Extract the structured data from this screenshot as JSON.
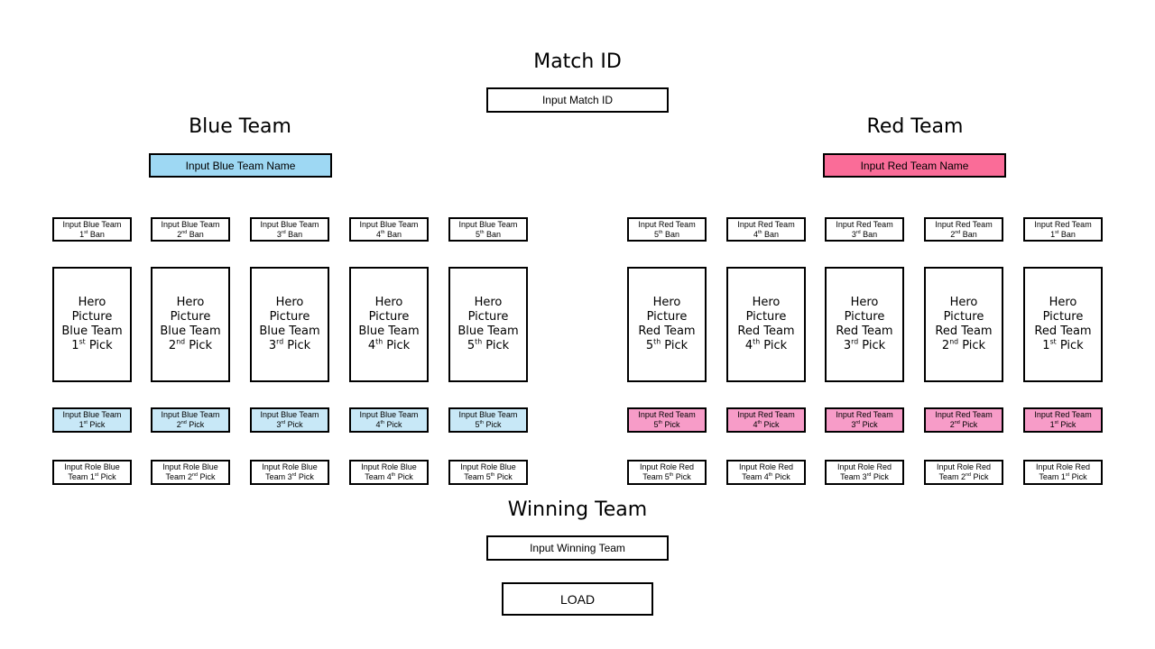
{
  "match": {
    "title": "Match ID",
    "input": "Input Match ID"
  },
  "blue": {
    "title": "Blue Team",
    "name_input": "Input Blue Team Name",
    "name_color": "#9ed8f3",
    "pick_color": "#c8e8f7",
    "slots": [
      {
        "ban": [
          "Input Blue Team",
          "1",
          "st",
          " Ban"
        ],
        "hero": [
          "Hero",
          "Picture",
          "Blue Team",
          "1",
          "st",
          " Pick"
        ],
        "pick": [
          "Input Blue Team",
          "1",
          "st",
          " Pick"
        ],
        "role": [
          "Input Role Blue",
          "Team 1",
          "st",
          " Pick"
        ]
      },
      {
        "ban": [
          "Input Blue Team",
          "2",
          "nd",
          " Ban"
        ],
        "hero": [
          "Hero",
          "Picture",
          "Blue Team",
          "2",
          "nd",
          " Pick"
        ],
        "pick": [
          "Input Blue Team",
          "2",
          "nd",
          " Pick"
        ],
        "role": [
          "Input Role Blue",
          "Team 2",
          "nd",
          " Pick"
        ]
      },
      {
        "ban": [
          "Input Blue Team",
          "3",
          "rd",
          " Ban"
        ],
        "hero": [
          "Hero",
          "Picture",
          "Blue Team",
          "3",
          "rd",
          " Pick"
        ],
        "pick": [
          "Input Blue Team",
          "3",
          "rd",
          " Pick"
        ],
        "role": [
          "Input Role Blue",
          "Team 3",
          "rd",
          " Pick"
        ]
      },
      {
        "ban": [
          "Input Blue Team",
          "4",
          "th",
          " Ban"
        ],
        "hero": [
          "Hero",
          "Picture",
          "Blue Team",
          "4",
          "th",
          " Pick"
        ],
        "pick": [
          "Input Blue Team",
          "4",
          "th",
          " Pick"
        ],
        "role": [
          "Input Role Blue",
          "Team 4",
          "th",
          " Pick"
        ]
      },
      {
        "ban": [
          "Input Blue Team",
          "5",
          "th",
          " Ban"
        ],
        "hero": [
          "Hero",
          "Picture",
          "Blue Team",
          "5",
          "th",
          " Pick"
        ],
        "pick": [
          "Input Blue Team",
          "5",
          "th",
          " Pick"
        ],
        "role": [
          "Input Role Blue",
          "Team 5",
          "th",
          " Pick"
        ]
      }
    ]
  },
  "red": {
    "title": "Red Team",
    "name_input": "Input Red Team Name",
    "name_color": "#fa6c98",
    "pick_color": "#f79cc8",
    "slots": [
      {
        "ban": [
          "Input Red Team",
          "5",
          "th",
          " Ban"
        ],
        "hero": [
          "Hero",
          "Picture",
          "Red Team",
          "5",
          "th",
          " Pick"
        ],
        "pick": [
          "Input Red Team",
          "5",
          "th",
          " Pick"
        ],
        "role": [
          "Input Role Red",
          "Team 5",
          "th",
          " Pick"
        ]
      },
      {
        "ban": [
          "Input Red Team",
          "4",
          "th",
          " Ban"
        ],
        "hero": [
          "Hero",
          "Picture",
          "Red Team",
          "4",
          "th",
          " Pick"
        ],
        "pick": [
          "Input Red Team",
          "4",
          "th",
          " Pick"
        ],
        "role": [
          "Input Role Red",
          "Team 4",
          "th",
          " Pick"
        ]
      },
      {
        "ban": [
          "Input Red Team",
          "3",
          "rd",
          " Ban"
        ],
        "hero": [
          "Hero",
          "Picture",
          "Red Team",
          "3",
          "rd",
          " Pick"
        ],
        "pick": [
          "Input Red Team",
          "3",
          "rd",
          " Pick"
        ],
        "role": [
          "Input Role Red",
          "Team 3",
          "rd",
          " Pick"
        ]
      },
      {
        "ban": [
          "Input Red Team",
          "2",
          "nd",
          " Ban"
        ],
        "hero": [
          "Hero",
          "Picture",
          "Red Team",
          "2",
          "nd",
          " Pick"
        ],
        "pick": [
          "Input Red Team",
          "2",
          "nd",
          " Pick"
        ],
        "role": [
          "Input Role Red",
          "Team 2",
          "nd",
          " Pick"
        ]
      },
      {
        "ban": [
          "Input Red Team",
          "1",
          "st",
          " Ban"
        ],
        "hero": [
          "Hero",
          "Picture",
          "Red Team",
          "1",
          "st",
          " Pick"
        ],
        "pick": [
          "Input Red Team",
          "1",
          "st",
          " Pick"
        ],
        "role": [
          "Input Role Red",
          "Team 1",
          "st",
          " Pick"
        ]
      }
    ]
  },
  "winning": {
    "title": "Winning Team",
    "input": "Input Winning Team"
  },
  "load_button": "LOAD"
}
